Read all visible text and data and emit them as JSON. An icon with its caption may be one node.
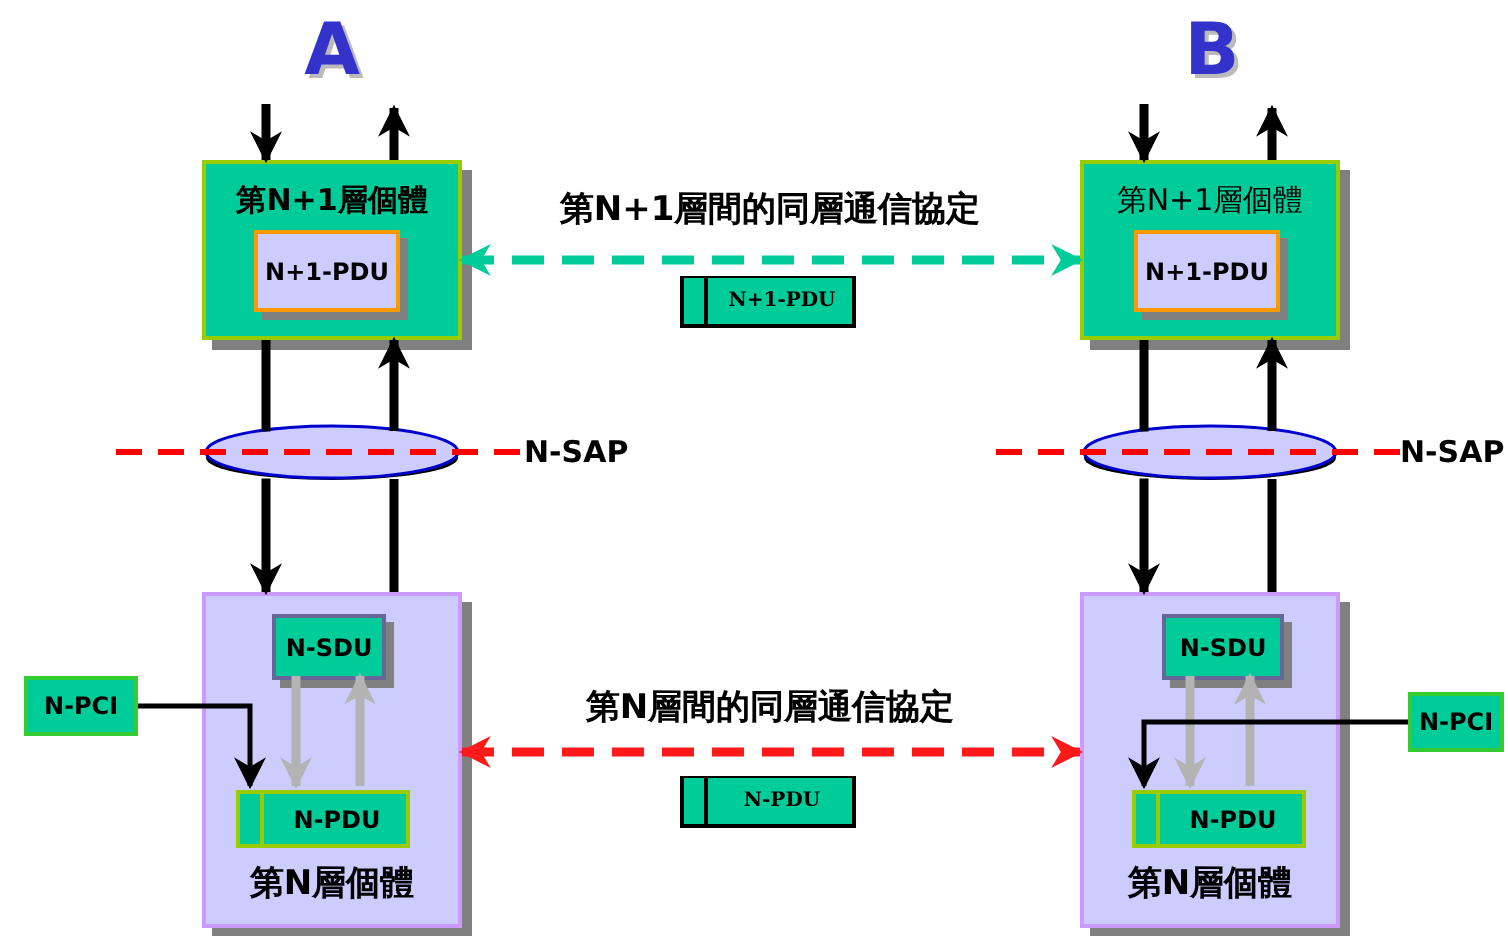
{
  "diagram": {
    "nodes": [
      {
        "text": [
          "第N+1層個體"
        ]
      },
      {
        "text": [
          "N+1-PDU"
        ],
        "in": 0
      },
      {
        "text": [
          "第N+1層個體"
        ]
      },
      {
        "text": [
          "N+1-PDU"
        ],
        "in": 2
      },
      {
        "text": [],
        "shape": "ellipse"
      },
      {
        "text": [],
        "shape": "ellipse"
      },
      {
        "text": [
          "第N層個體"
        ]
      },
      {
        "text": [
          "N-SDU"
        ],
        "in": 6
      },
      {
        "text": [
          "N-PDU"
        ],
        "in": 6
      },
      {
        "text": [
          "第N層個體"
        ]
      },
      {
        "text": [
          "N-SDU"
        ],
        "in": 9
      },
      {
        "text": [
          "N-PDU"
        ],
        "in": 9
      },
      {
        "text": [
          "N-PCI"
        ]
      },
      {
        "text": [
          "N-PCI"
        ]
      },
      {
        "text": [
          "N+1-PDU"
        ]
      },
      {
        "text": [
          "N-PDU"
        ]
      }
    ],
    "edges": [
      {
        "from": null,
        "to": 0,
        "arrow": "to"
      },
      {
        "from": 0,
        "to": null,
        "arrow": "to"
      },
      {
        "from": null,
        "to": 2,
        "arrow": "to"
      },
      {
        "from": 2,
        "to": null,
        "arrow": "to"
      },
      {
        "from": 0,
        "to": 4,
        "arrow": "none"
      },
      {
        "from": 4,
        "to": 0,
        "arrow": "to"
      },
      {
        "from": 4,
        "to": 6,
        "arrow": "to"
      },
      {
        "from": 6,
        "to": 4,
        "arrow": "none"
      },
      {
        "from": 2,
        "to": 5,
        "arrow": "none"
      },
      {
        "from": 5,
        "to": 2,
        "arrow": "to"
      },
      {
        "from": 5,
        "to": 9,
        "arrow": "to"
      },
      {
        "from": 9,
        "to": 5,
        "arrow": "none"
      },
      {
        "from": 7,
        "to": 8,
        "arrow": "to",
        "color": "#b3b3b3"
      },
      {
        "from": 8,
        "to": 7,
        "arrow": "to",
        "color": "#b3b3b3"
      },
      {
        "from": 10,
        "to": 11,
        "arrow": "to",
        "color": "#b3b3b3"
      },
      {
        "from": 11,
        "to": 10,
        "arrow": "to",
        "color": "#b3b3b3"
      },
      {
        "from": 12,
        "to": 8,
        "arrow": "to"
      },
      {
        "from": 13,
        "to": 11,
        "arrow": "to"
      },
      {
        "from": 0,
        "to": 2,
        "arrow": "both",
        "style": "dashed",
        "color": "#00cc99",
        "label": "第N+1層間的同層通信協定"
      },
      {
        "from": 6,
        "to": 9,
        "arrow": "both",
        "style": "dashed",
        "color": "#ff1a1a",
        "label": "第N層間的同層通信協定"
      }
    ],
    "labels": [
      "A",
      "B",
      "N-SAP",
      "N-SAP"
    ]
  }
}
